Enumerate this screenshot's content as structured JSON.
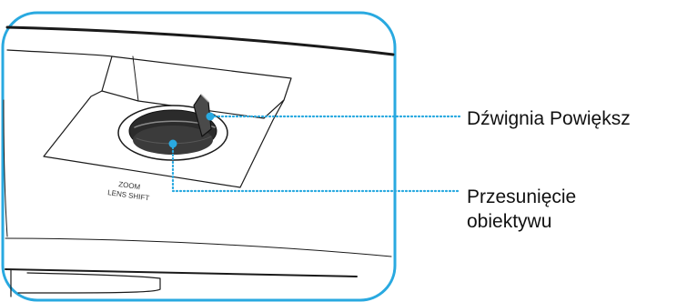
{
  "callouts": {
    "zoom_lever": "Dźwignia Powiększ",
    "lens_shift_line1": "Przesunięcie",
    "lens_shift_line2": "obiektywu"
  },
  "device_markings": {
    "zoom": "ZOOM",
    "lens_shift": "LENS SHIFT"
  },
  "colors": {
    "frame_border": "#29a9e0",
    "leader_line": "#29a9e0",
    "dot": "#29a9e0",
    "body_outline": "#1a1a1a",
    "dial_fill": "#2b2b2b"
  }
}
